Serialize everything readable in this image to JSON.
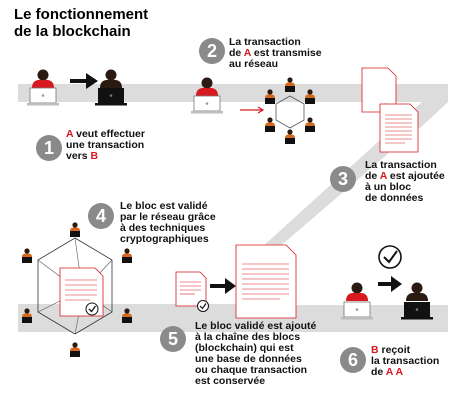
{
  "title": {
    "line1": "Le fonctionnement",
    "line2": "de la blockchain"
  },
  "steps": [
    {
      "number": "1",
      "lines": [
        [
          {
            "t": "A",
            "red": true
          },
          {
            "t": " veut effectuer",
            "red": false
          }
        ],
        [
          {
            "t": "une transaction",
            "red": false
          }
        ],
        [
          {
            "t": "vers ",
            "red": false
          },
          {
            "t": "B",
            "red": true
          }
        ]
      ]
    },
    {
      "number": "2",
      "lines": [
        [
          {
            "t": "La transaction",
            "red": false
          }
        ],
        [
          {
            "t": "de ",
            "red": false
          },
          {
            "t": "A",
            "red": true
          },
          {
            "t": " est transmise",
            "red": false
          }
        ],
        [
          {
            "t": "au réseau",
            "red": false
          }
        ]
      ]
    },
    {
      "number": "3",
      "lines": [
        [
          {
            "t": "La transaction",
            "red": false
          }
        ],
        [
          {
            "t": "de ",
            "red": false
          },
          {
            "t": "A",
            "red": true
          },
          {
            "t": " est ajoutée",
            "red": false
          }
        ],
        [
          {
            "t": "à un bloc",
            "red": false
          }
        ],
        [
          {
            "t": "de données",
            "red": false
          }
        ]
      ]
    },
    {
      "number": "4",
      "lines": [
        [
          {
            "t": "Le bloc est validé",
            "red": false
          }
        ],
        [
          {
            "t": "par le réseau grâce",
            "red": false
          }
        ],
        [
          {
            "t": "à des techniques",
            "red": false
          }
        ],
        [
          {
            "t": "cryptographiques",
            "red": false
          }
        ]
      ]
    },
    {
      "number": "5",
      "lines": [
        [
          {
            "t": "Le bloc validé est ajouté",
            "red": false
          }
        ],
        [
          {
            "t": "à la chaîne des blocs",
            "red": false
          }
        ],
        [
          {
            "t": "(blockchain) qui est",
            "red": false
          }
        ],
        [
          {
            "t": "une base de données",
            "red": false
          }
        ],
        [
          {
            "t": "ou chaque transaction",
            "red": false
          }
        ],
        [
          {
            "t": "est conservée",
            "red": false
          }
        ]
      ]
    },
    {
      "number": "6",
      "lines": [
        [
          {
            "t": "B",
            "red": true
          },
          {
            "t": " reçoit",
            "red": false
          }
        ],
        [
          {
            "t": "la transaction",
            "red": false
          }
        ],
        [
          {
            "t": "de ",
            "red": false
          },
          {
            "t": "A",
            "red": true
          },
          {
            "t": " ",
            "red": false
          },
          {
            "t": "A",
            "red": true
          }
        ]
      ]
    }
  ],
  "colors": {
    "accent": "#d71920",
    "band": "#dcdcdc",
    "dark": "#111111",
    "badge": "#8a8a8a"
  }
}
